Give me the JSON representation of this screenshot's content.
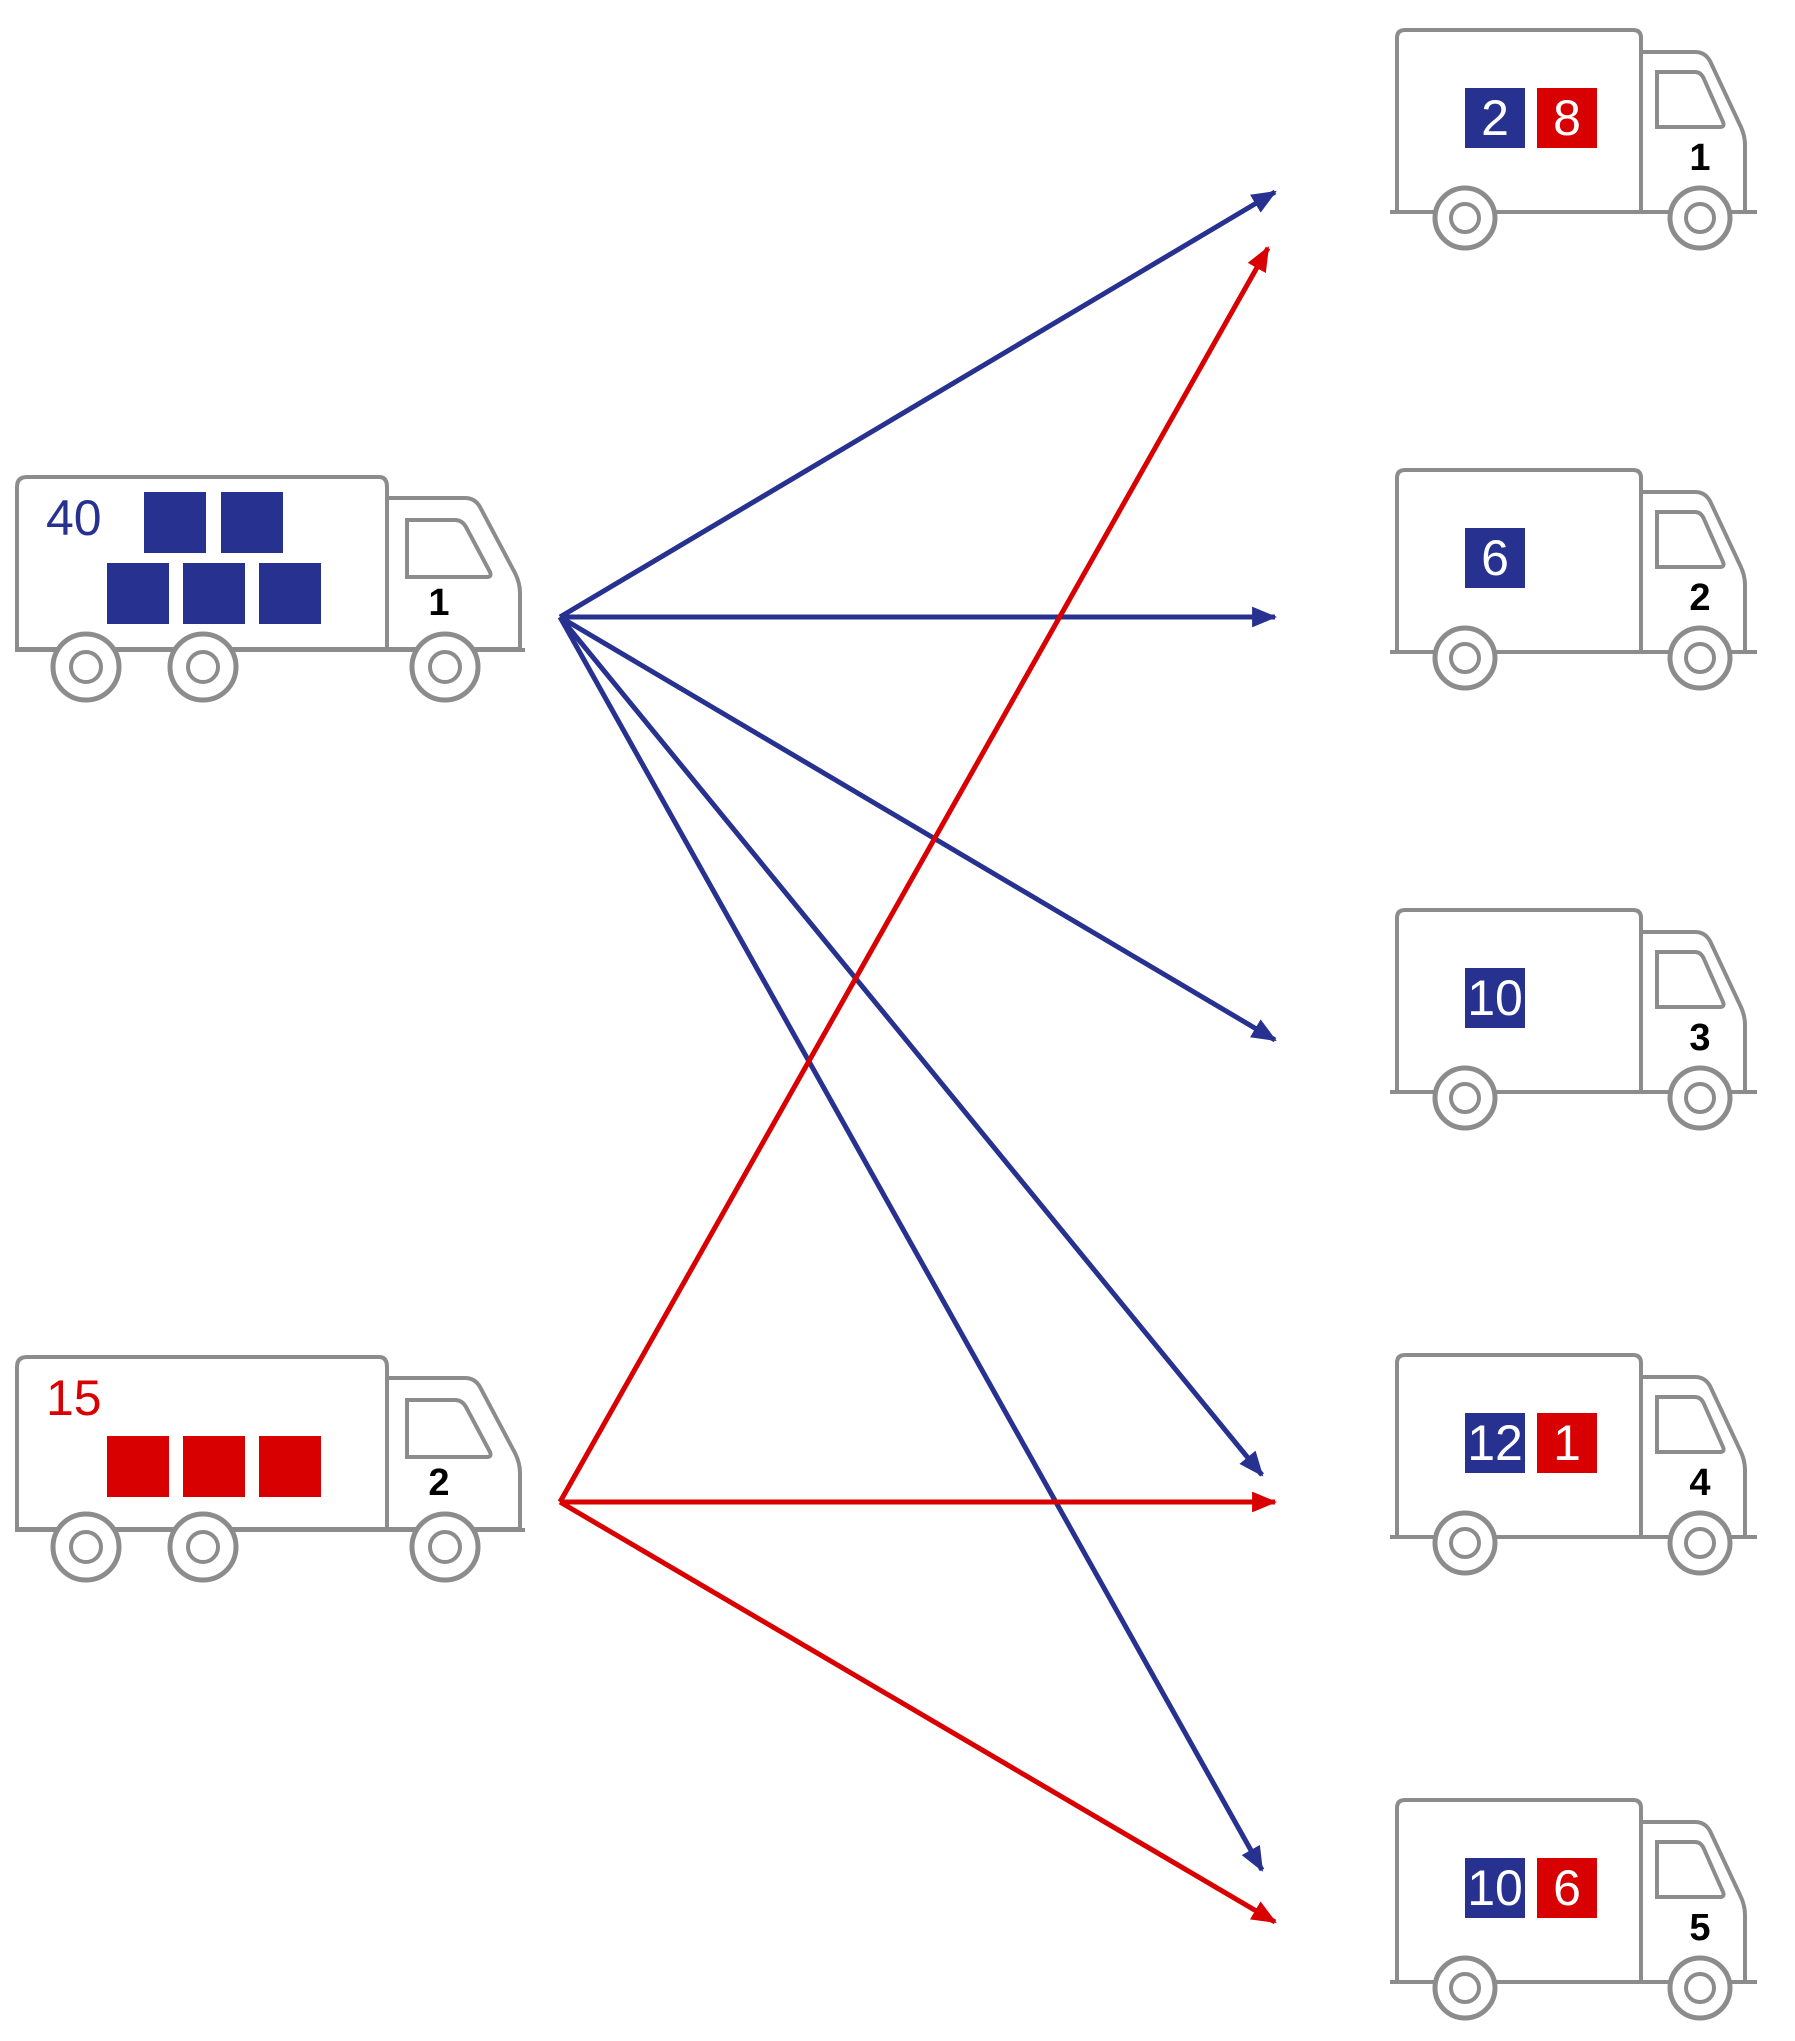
{
  "colors": {
    "product_a": "#27318f",
    "product_b": "#d80000",
    "truck_outline": "#8c8c8c"
  },
  "sources": [
    {
      "id": "source-1",
      "number": "1",
      "total": "40",
      "product": "a",
      "box_count": 5
    },
    {
      "id": "source-2",
      "number": "2",
      "total": "15",
      "product": "b",
      "box_count": 3
    }
  ],
  "destinations": [
    {
      "id": "dest-1",
      "number": "1",
      "loads": [
        {
          "product": "a",
          "value": "2"
        },
        {
          "product": "b",
          "value": "8"
        }
      ]
    },
    {
      "id": "dest-2",
      "number": "2",
      "loads": [
        {
          "product": "a",
          "value": "6"
        }
      ]
    },
    {
      "id": "dest-3",
      "number": "3",
      "loads": [
        {
          "product": "a",
          "value": "10"
        }
      ]
    },
    {
      "id": "dest-4",
      "number": "4",
      "loads": [
        {
          "product": "a",
          "value": "12"
        },
        {
          "product": "b",
          "value": "1"
        }
      ]
    },
    {
      "id": "dest-5",
      "number": "5",
      "loads": [
        {
          "product": "a",
          "value": "10"
        },
        {
          "product": "b",
          "value": "6"
        }
      ]
    }
  ],
  "flows": [
    {
      "from": "source-1",
      "to": "dest-1",
      "product": "a"
    },
    {
      "from": "source-1",
      "to": "dest-2",
      "product": "a"
    },
    {
      "from": "source-1",
      "to": "dest-3",
      "product": "a"
    },
    {
      "from": "source-1",
      "to": "dest-4",
      "product": "a"
    },
    {
      "from": "source-1",
      "to": "dest-5",
      "product": "a"
    },
    {
      "from": "source-2",
      "to": "dest-1",
      "product": "b"
    },
    {
      "from": "source-2",
      "to": "dest-4",
      "product": "b"
    },
    {
      "from": "source-2",
      "to": "dest-5",
      "product": "b"
    }
  ]
}
